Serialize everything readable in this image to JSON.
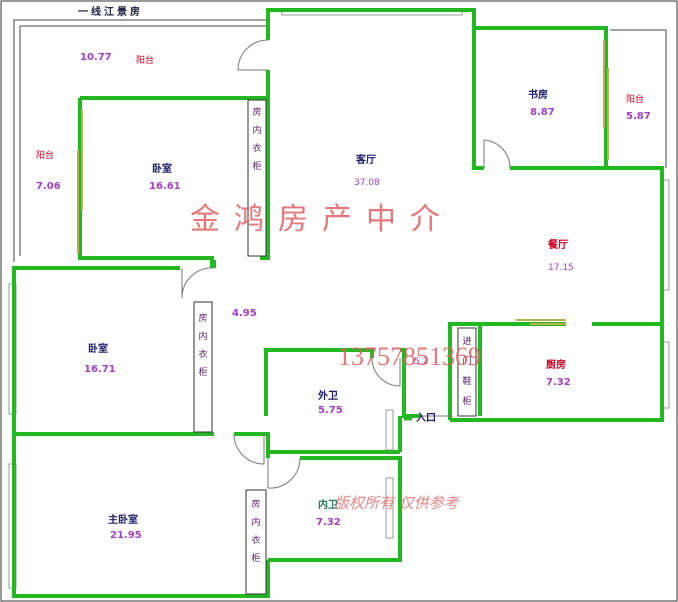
{
  "title": "一线江景房",
  "rooms": {
    "balcony_top": {
      "name": "阳台",
      "area": "10.77"
    },
    "balcony_left": {
      "name": "阳台",
      "area": "7.06"
    },
    "bedroom_upper": {
      "name": "卧室",
      "area": "16.61"
    },
    "living_room": {
      "name": "客厅",
      "area": "37.08"
    },
    "study": {
      "name": "书房",
      "area": "8.87"
    },
    "balcony_right": {
      "name": "阳台",
      "area": "5.87"
    },
    "dining_room": {
      "name": "餐厅",
      "area": "17.15"
    },
    "bedroom_left": {
      "name": "卧室",
      "area": "16.71"
    },
    "corridor": {
      "area": "4.95"
    },
    "guest_bath": {
      "name": "外卫",
      "area": "5.75"
    },
    "kitchen": {
      "name": "厨房",
      "area": "7.32"
    },
    "master_bedroom": {
      "name": "主卧室",
      "area": "21.95"
    },
    "ensuite_bath": {
      "name": "内卫",
      "area": "7.32"
    },
    "small_area": {
      "area": "5.2"
    }
  },
  "closets": {
    "upper": "房内衣柜",
    "left": "房内衣柜",
    "master": "房内衣柜",
    "shoe": "进门鞋柜"
  },
  "entrance": "入口",
  "watermark": {
    "brand": "金鸿房产中介",
    "phone": "13757851369",
    "copyright": "版权所有 仅供参考"
  },
  "colors": {
    "wall": "#22b822",
    "outline": "#444444",
    "window": "#bbbbbb",
    "door": "#999955"
  }
}
